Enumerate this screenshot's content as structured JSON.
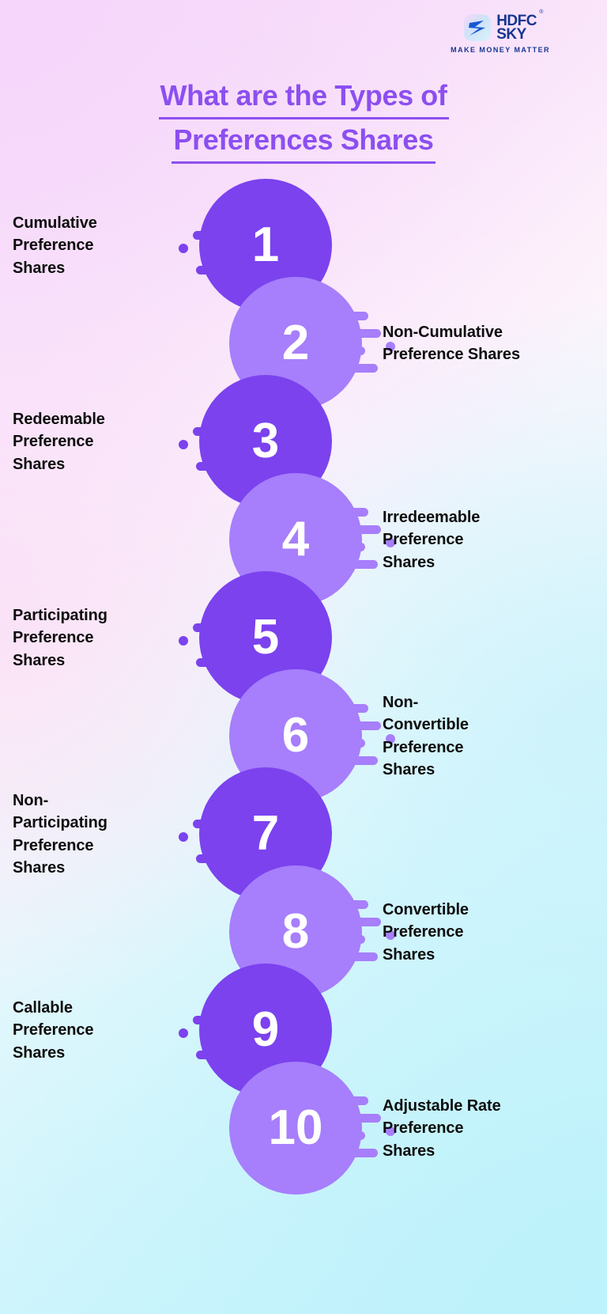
{
  "brand": {
    "logo_icon": "hdfc-sky-swoosh-icon",
    "name_line1": "HDFC",
    "name_line2": "SKY",
    "registered_mark": "®",
    "tagline": "MAKE MONEY MATTER",
    "color": "#16368f"
  },
  "title": {
    "line1": "What are the Types of",
    "line2": "Preferences Shares",
    "color": "#8c4ff0"
  },
  "colors": {
    "bubble_dark": "#7b42ee",
    "bubble_light": "#a77efb",
    "label_text": "#0d0d0d",
    "bg_top_left": "#f6d6fb",
    "bg_bottom_right": "#bcf2fb"
  },
  "steps": [
    {
      "number": "1",
      "side": "left",
      "shade": "dark",
      "label": "Cumulative Preference Shares",
      "lines": [
        "Cumulative",
        "Preference",
        "Shares"
      ]
    },
    {
      "number": "2",
      "side": "right",
      "shade": "light",
      "label": "Non-Cumulative Preference Shares",
      "lines": [
        "Non-Cumulative",
        "Preference Shares"
      ]
    },
    {
      "number": "3",
      "side": "left",
      "shade": "dark",
      "label": "Redeemable Preference Shares",
      "lines": [
        "Redeemable",
        "Preference",
        "Shares"
      ]
    },
    {
      "number": "4",
      "side": "right",
      "shade": "light",
      "label": "Irredeemable Preference Shares",
      "lines": [
        "Irredeemable",
        "Preference",
        "Shares"
      ]
    },
    {
      "number": "5",
      "side": "left",
      "shade": "dark",
      "label": "Participating Preference Shares",
      "lines": [
        "Participating",
        "Preference",
        "Shares"
      ]
    },
    {
      "number": "6",
      "side": "right",
      "shade": "light",
      "label": "Non-Convertible Preference Shares",
      "lines": [
        "Non-",
        "Convertible",
        "Preference",
        "Shares"
      ]
    },
    {
      "number": "7",
      "side": "left",
      "shade": "dark",
      "label": "Non-Participating Preference Shares",
      "lines": [
        "Non-",
        "Participating",
        "Preference",
        "Shares"
      ]
    },
    {
      "number": "8",
      "side": "right",
      "shade": "light",
      "label": "Convertible Preference Shares",
      "lines": [
        "Convertible",
        "Preference",
        "Shares"
      ]
    },
    {
      "number": "9",
      "side": "left",
      "shade": "dark",
      "label": "Callable Preference Shares",
      "lines": [
        "Callable",
        "Preference",
        "Shares"
      ]
    },
    {
      "number": "10",
      "side": "right",
      "shade": "light",
      "label": "Adjustable Rate Preference Shares",
      "lines": [
        "Adjustable Rate",
        "Preference",
        "Shares"
      ]
    }
  ]
}
